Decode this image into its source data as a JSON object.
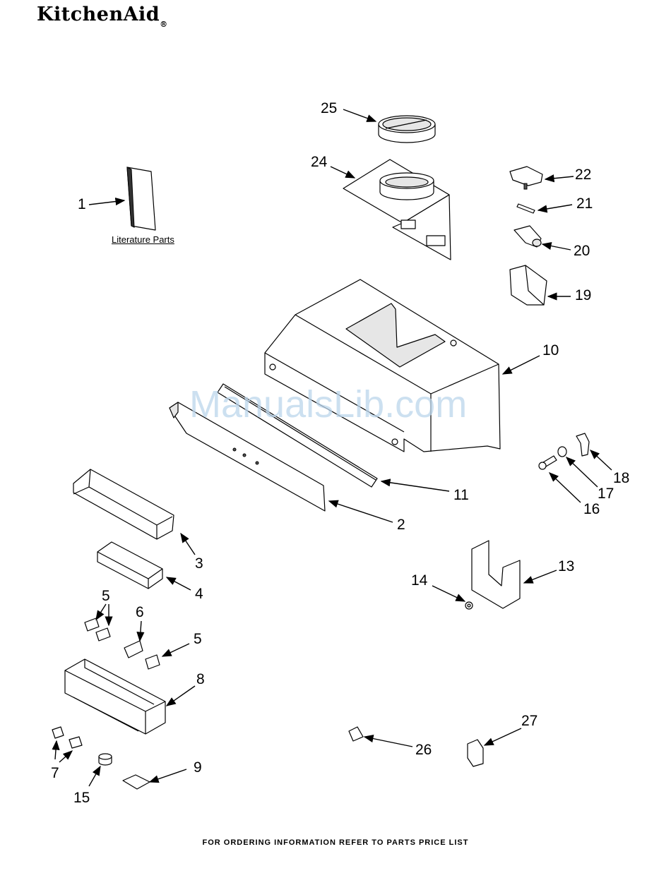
{
  "brand": {
    "logo": "KitchenAid",
    "mark": "®"
  },
  "watermark": "ManualsLib.com",
  "literature_label": "Literature Parts",
  "footer": "FOR ORDERING INFORMATION REFER TO PARTS PRICE LIST",
  "callouts": {
    "c1": "1",
    "c2": "2",
    "c3": "3",
    "c4": "4",
    "c5a": "5",
    "c5b": "5",
    "c6": "6",
    "c7": "7",
    "c8": "8",
    "c9": "9",
    "c10": "10",
    "c11": "11",
    "c13": "13",
    "c14": "14",
    "c15": "15",
    "c16": "16",
    "c17": "17",
    "c18": "18",
    "c19": "19",
    "c20": "20",
    "c21": "21",
    "c22": "22",
    "c24": "24",
    "c25": "25",
    "c26": "26",
    "c27": "27"
  }
}
